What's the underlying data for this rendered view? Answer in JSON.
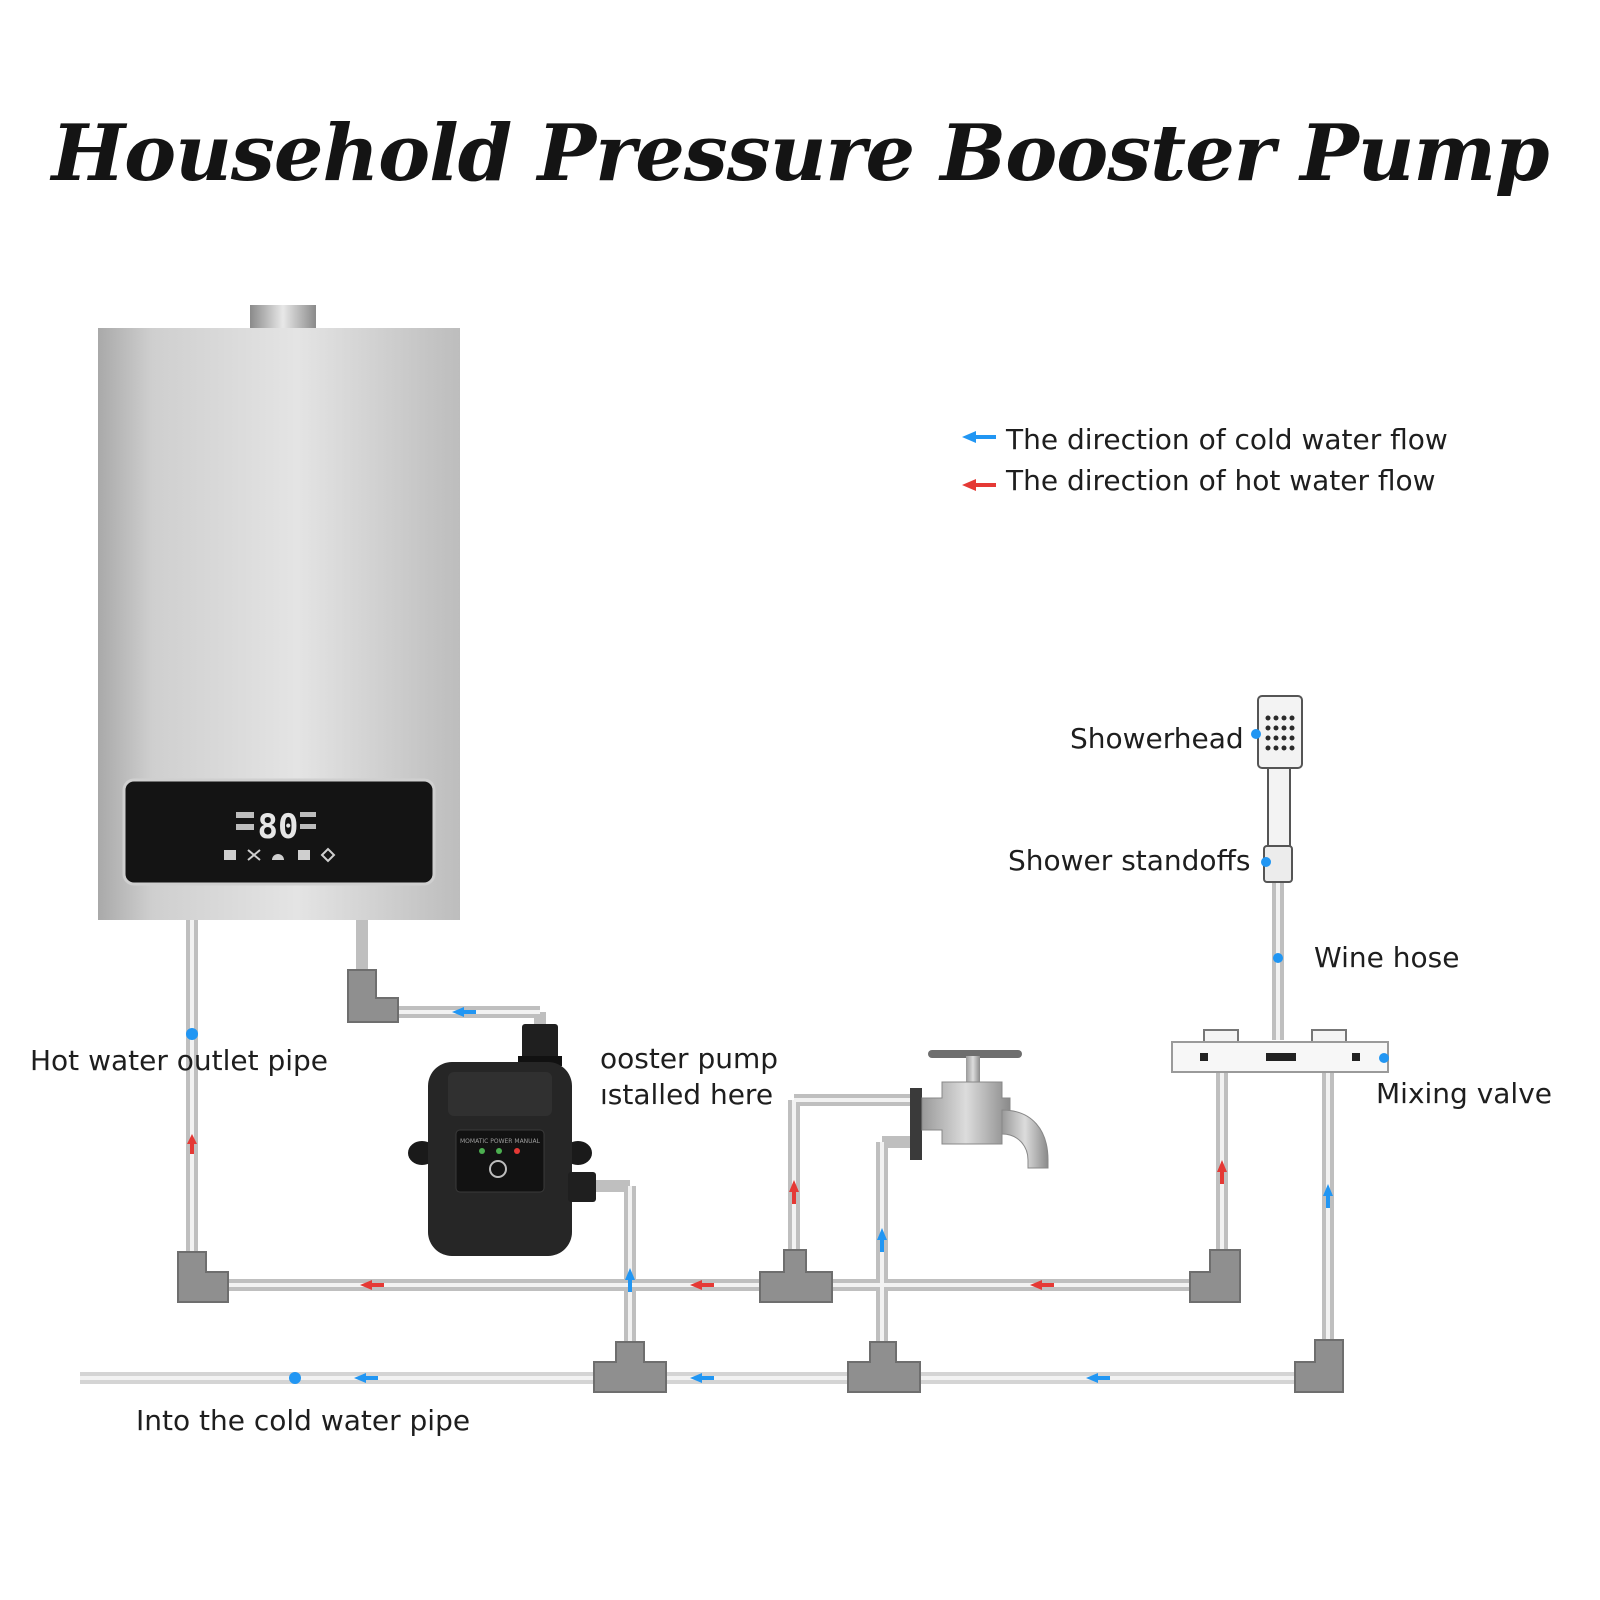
{
  "title": "Household Pressure Booster Pump",
  "legend": {
    "cold": "The direction of cold water flow",
    "hot": "The direction of hot water flow"
  },
  "labels": {
    "hot_outlet": "Hot water outlet pipe",
    "pump_line1": "ooster pump",
    "pump_line2": "ıstalled here",
    "showerhead": "Showerhead",
    "standoffs": "Shower standoffs",
    "wine_hose": "Wine hose",
    "mixing_valve": "Mixing valve",
    "cold_in": "Into the cold water pipe"
  },
  "heater_display": "80",
  "pump_panel": "MOMATIC  POWER  MANUAL",
  "colors": {
    "cold": "#2196f3",
    "hot": "#e53935",
    "pipe": "#d6d6d6",
    "fitting": "#8f8f8f"
  }
}
